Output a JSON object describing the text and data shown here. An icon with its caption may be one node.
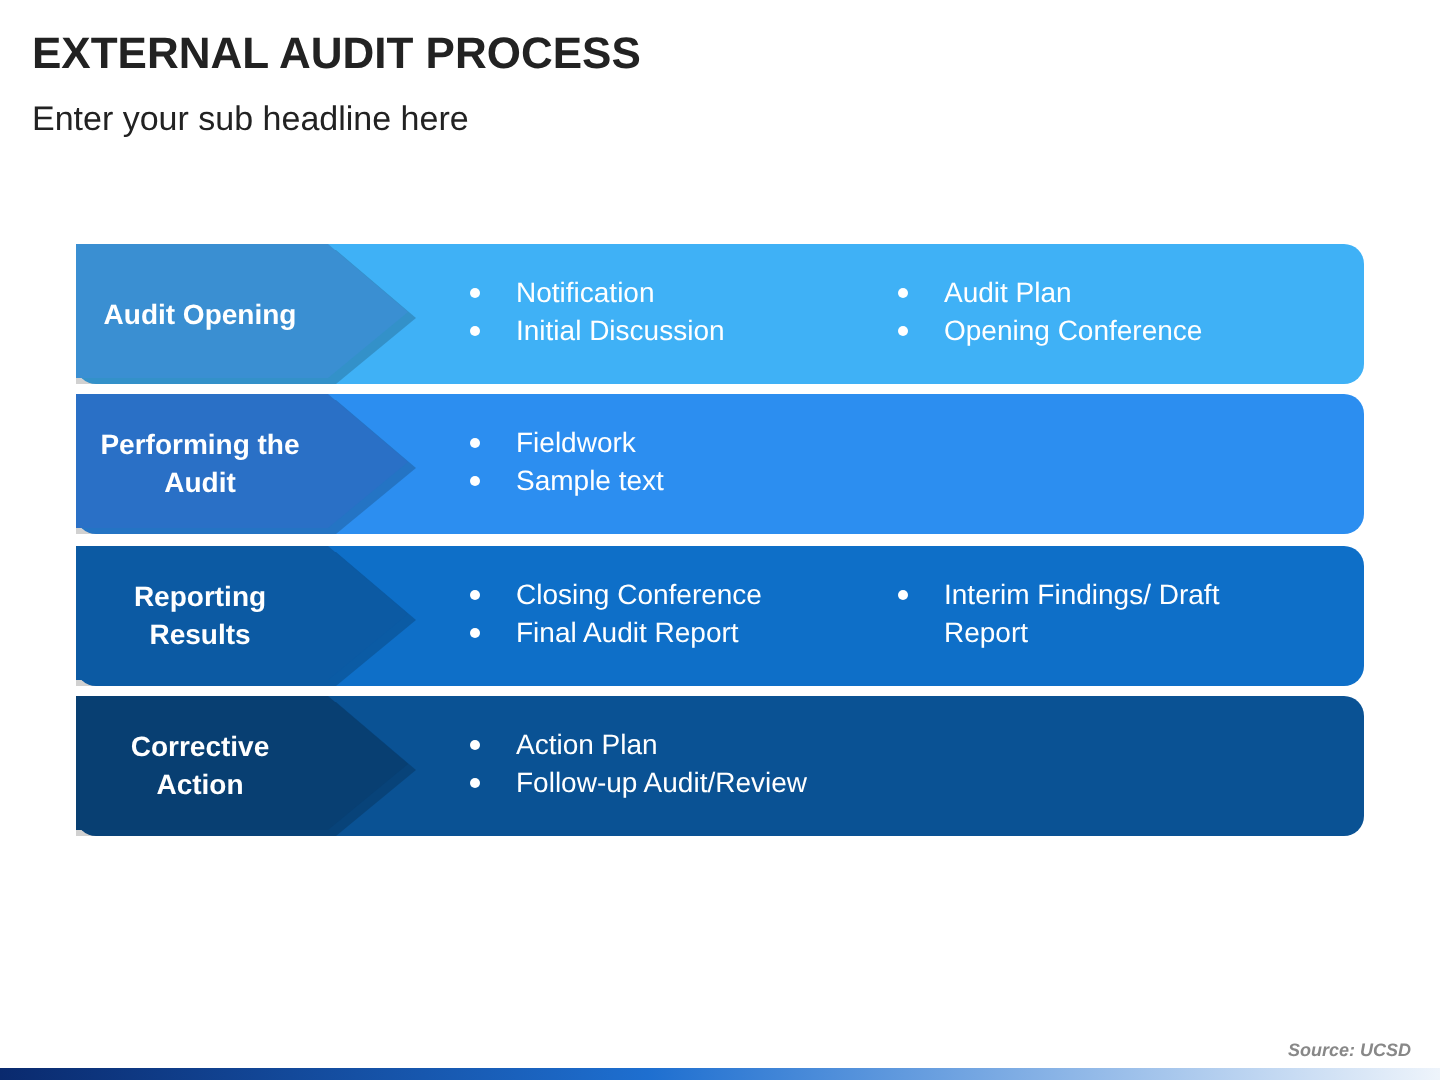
{
  "diagram": {
    "title": "EXTERNAL AUDIT PROCESS",
    "nodes": [
      {
        "text": [
          "Notification",
          "Initial Discussion",
          "Audit Plan",
          "Opening Conference"
        ]
      },
      {
        "text": [
          "Audit Opening"
        ],
        "in": 0
      },
      {
        "text": [
          "Fieldwork",
          "Sample text"
        ]
      },
      {
        "text": [
          "Performing the Audit"
        ],
        "in": 2
      },
      {
        "text": [
          "Closing Conference",
          "Final Audit Report",
          "Interim Findings/ Draft Report"
        ]
      },
      {
        "text": [
          "Reporting Results"
        ],
        "in": 4
      },
      {
        "text": [
          "Action Plan",
          "Follow-up Audit/Review"
        ]
      },
      {
        "text": [
          "Corrective Action"
        ],
        "in": 6
      }
    ],
    "labels": [
      "Enter your sub headline here",
      "Source: UCSD"
    ]
  }
}
